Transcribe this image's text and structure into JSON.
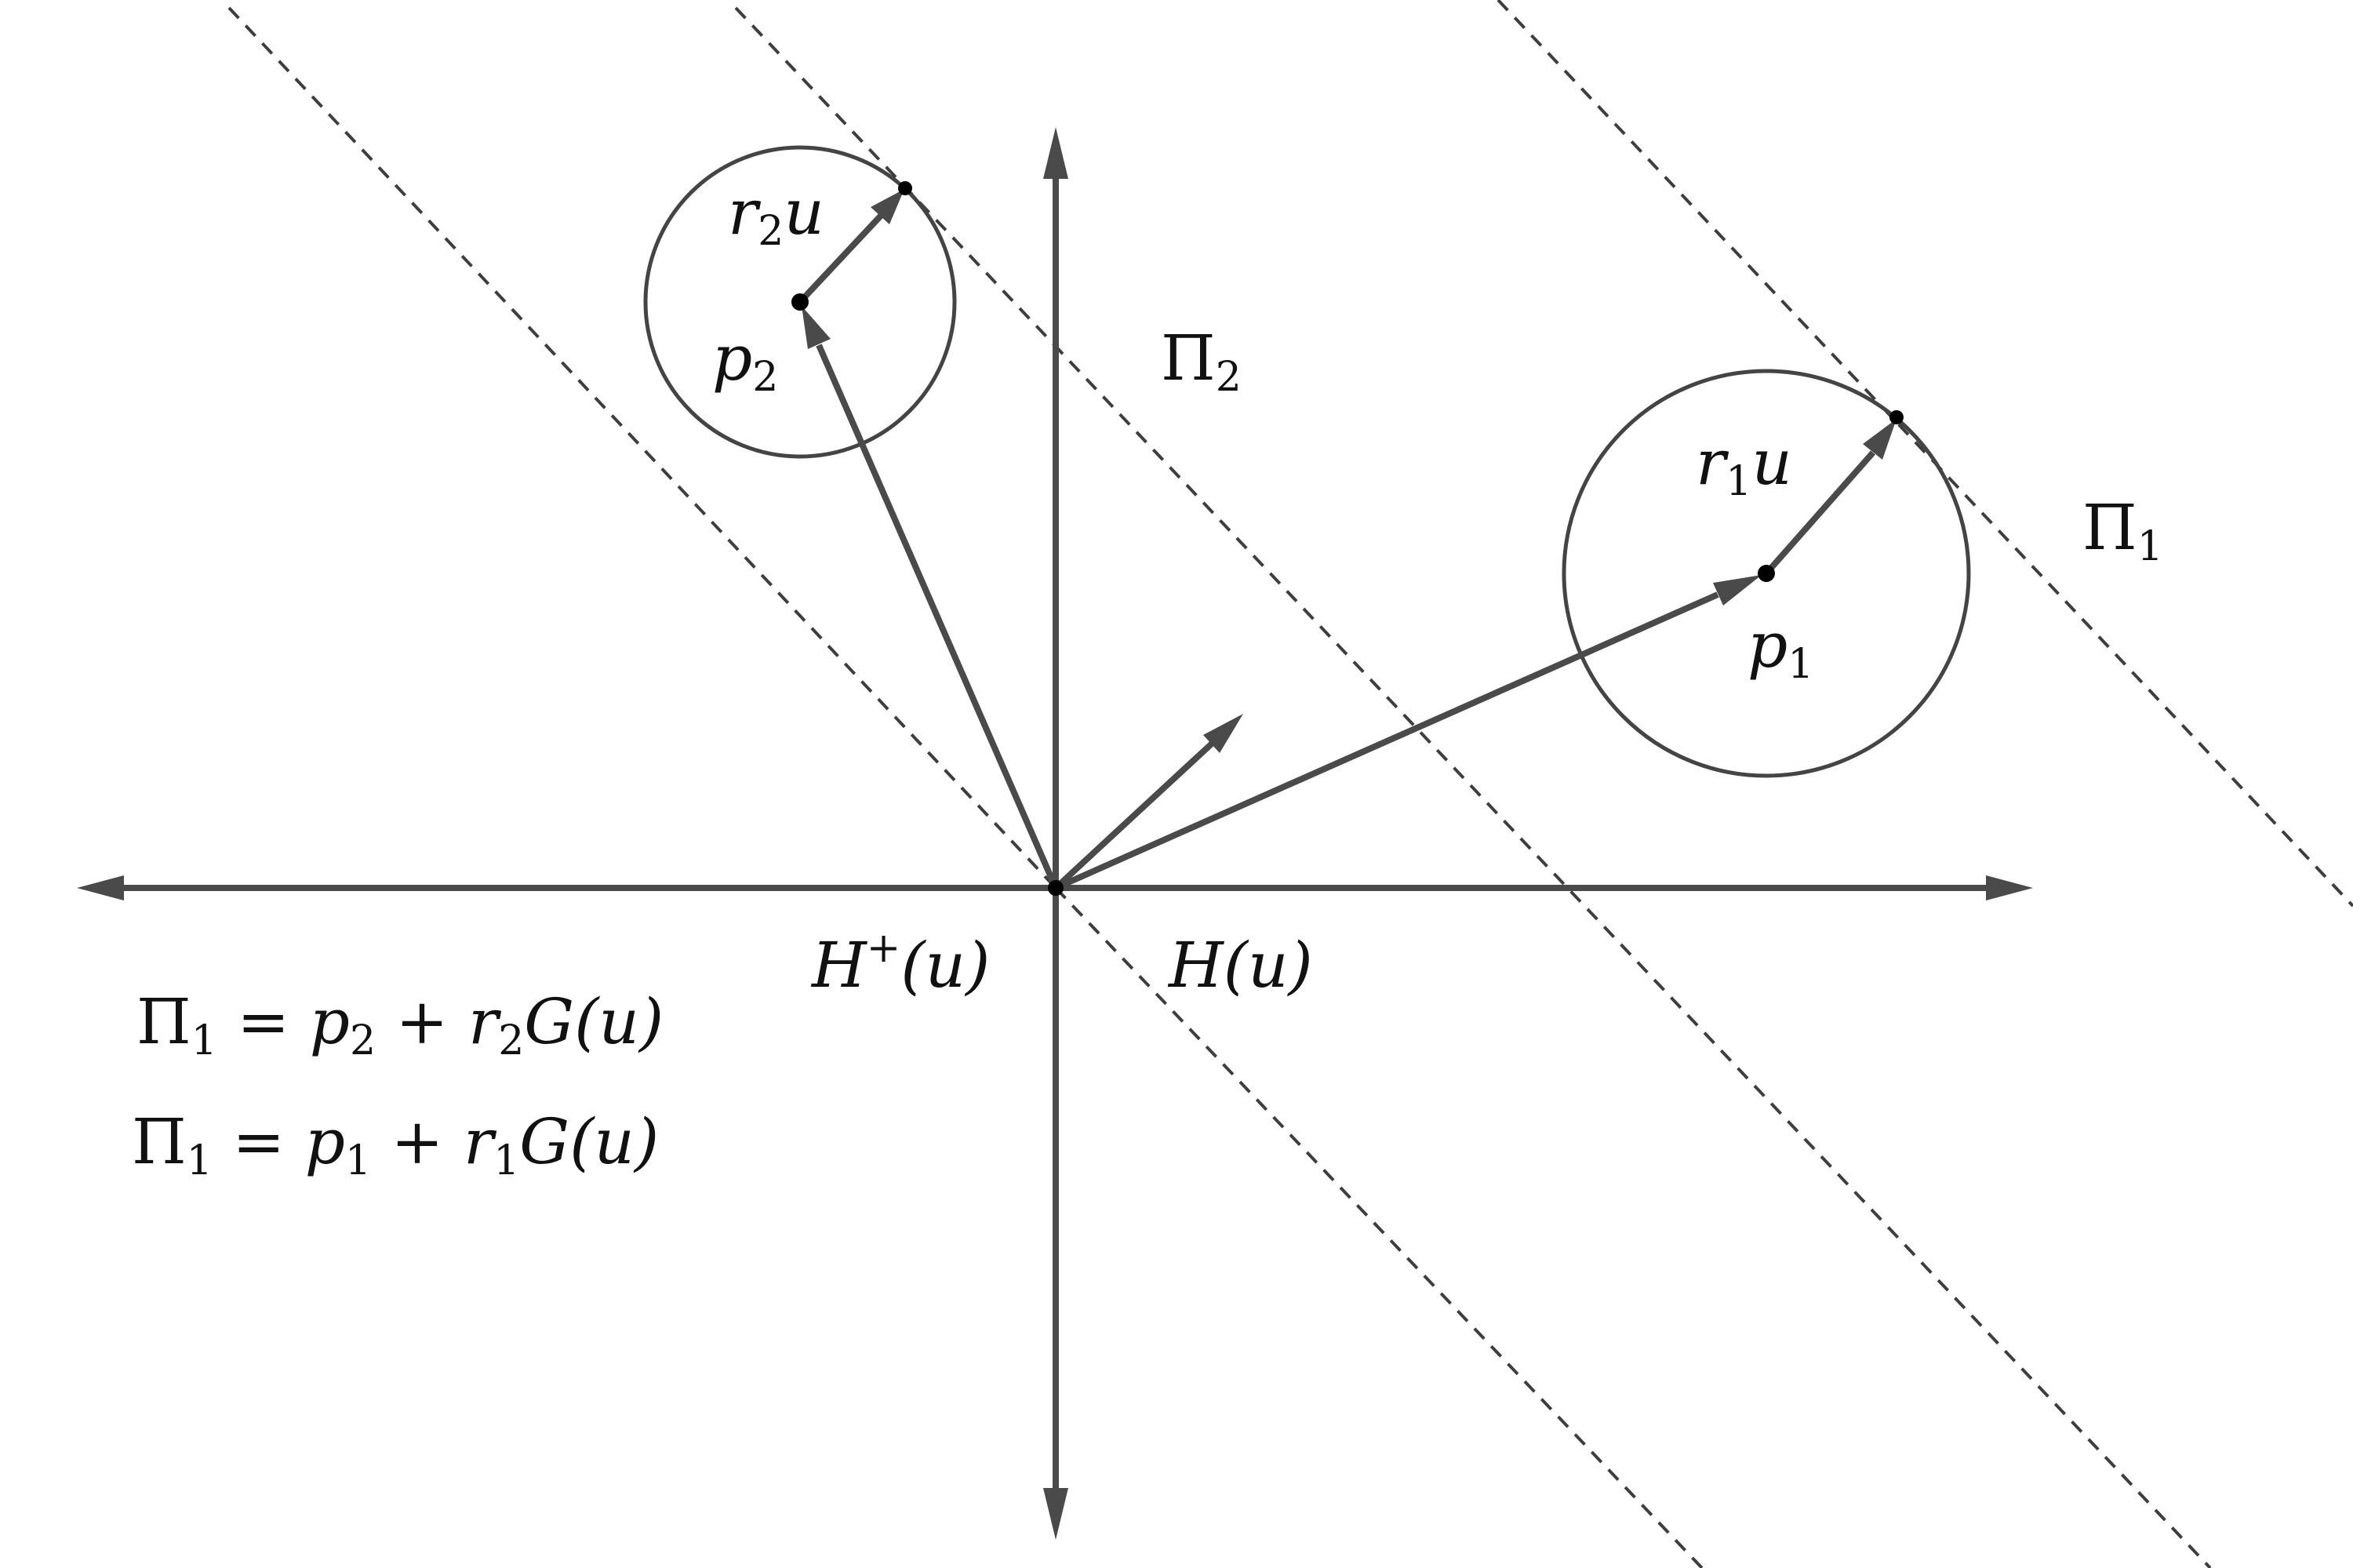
{
  "colors": {
    "background": "#ffffff",
    "strokes": "#4a4a4a",
    "text": "#111111"
  },
  "labels": {
    "r2u": {
      "main": "r",
      "sub": "2",
      "tail": "u"
    },
    "p2": {
      "main": "p",
      "sub": "2"
    },
    "Pi2": {
      "main": "Π",
      "sub": "2"
    },
    "r1u": {
      "main": "r",
      "sub": "1",
      "tail": "u"
    },
    "Pi1": {
      "main": "Π",
      "sub": "1"
    },
    "p1": {
      "main": "p",
      "sub": "1"
    },
    "Hplus": {
      "main": "H",
      "sup": "+",
      "tail": "(u)"
    },
    "Hu": {
      "main": "H",
      "tail": "(u)"
    }
  },
  "equations": [
    {
      "lhs": "Π",
      "lhs_sub": "1",
      "eq": " = ",
      "p": "p",
      "p_sub": "2",
      "plus": " + ",
      "r": "r",
      "r_sub": "2",
      "G": "G",
      "arg": "(u)"
    },
    {
      "lhs": "Π",
      "lhs_sub": "1",
      "eq": " = ",
      "p": "p",
      "p_sub": "1",
      "plus": " + ",
      "r": "r",
      "r_sub": "1",
      "G": "G",
      "arg": "(u)"
    }
  ]
}
